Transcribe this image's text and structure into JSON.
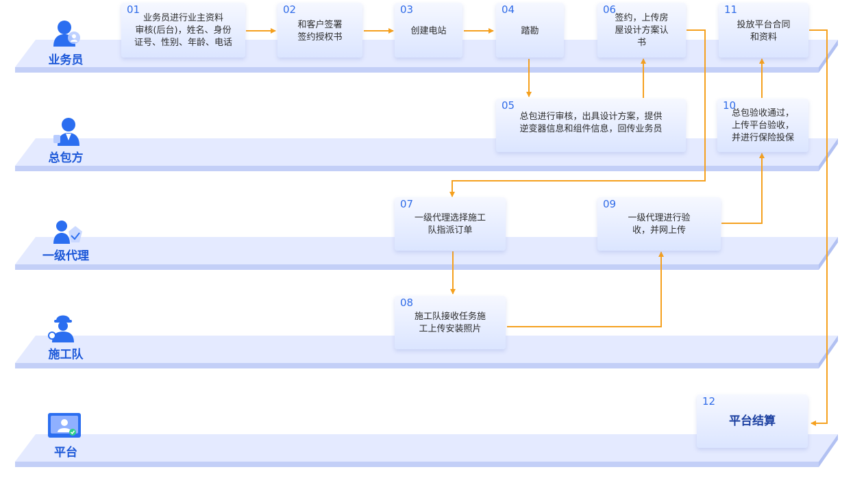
{
  "lanes": [
    {
      "label": "业务员",
      "icon": "salesperson-icon"
    },
    {
      "label": "总包方",
      "icon": "contractor-icon"
    },
    {
      "label": "一级代理",
      "icon": "agent-icon"
    },
    {
      "label": "施工队",
      "icon": "construction-team-icon"
    },
    {
      "label": "平台",
      "icon": "platform-icon"
    }
  ],
  "steps": [
    {
      "num": "01",
      "text": "业务员进行业主资料\n审核(后台)，姓名、身份\n证号、性别、年龄、电话"
    },
    {
      "num": "02",
      "text": "和客户签署\n签约授权书"
    },
    {
      "num": "03",
      "text": "创建电站"
    },
    {
      "num": "04",
      "text": "踏勘"
    },
    {
      "num": "05",
      "text": "总包进行审核，出具设计方案，提供\n逆变器信息和组件信息，回传业务员"
    },
    {
      "num": "06",
      "text": "签约，上传房\n屋设计方案认\n书"
    },
    {
      "num": "07",
      "text": "一级代理选择施工\n队指派订单"
    },
    {
      "num": "08",
      "text": "施工队接收任务施\n工上传安装照片"
    },
    {
      "num": "09",
      "text": "一级代理进行验\n收，并网上传"
    },
    {
      "num": "10",
      "text": "总包验收通过，\n上传平台验收，\n并进行保险投保"
    },
    {
      "num": "11",
      "text": "投放平台合同\n和资料"
    },
    {
      "num": "12",
      "text": "平台结算"
    }
  ],
  "colors": {
    "arrow": "#f5a01e",
    "lane_top": "#e4eaff",
    "lane_side": "#c3cff7",
    "label": "#1b57d8",
    "number": "#2f6be8"
  }
}
